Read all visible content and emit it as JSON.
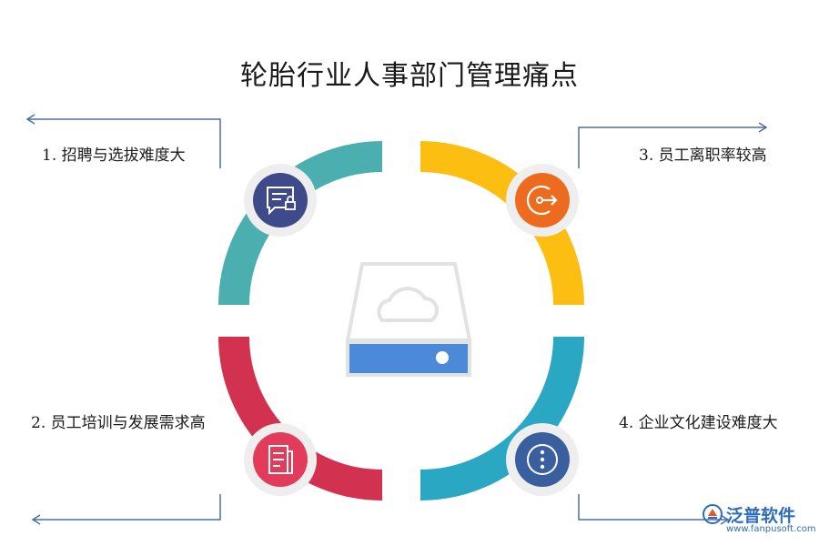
{
  "title": "轮胎行业人事部门管理痛点",
  "points": [
    {
      "label": "1. 招聘与选拔难度大",
      "icon": "chat-lock-icon",
      "color": "#4aafae"
    },
    {
      "label": "2. 员工培训与发展需求高",
      "icon": "document-icon",
      "color": "#d23250"
    },
    {
      "label": "3. 员工离职率较高",
      "icon": "exit-arrow-icon",
      "color": "#fdbe12"
    },
    {
      "label": "4.  企业文化建设难度大",
      "icon": "more-dots-icon",
      "color": "#2aa7c3"
    }
  ],
  "icon_bg": {
    "point1": "#3e4a8a",
    "point2": "#e23c5a",
    "point3": "#ec6b1f",
    "point4": "#3a5f9e"
  },
  "center_icon": "cloud-drive-icon",
  "watermark": {
    "brand": "泛普软件",
    "url": "www.fanpusoft.com",
    "logo": "fanpu-logo"
  }
}
